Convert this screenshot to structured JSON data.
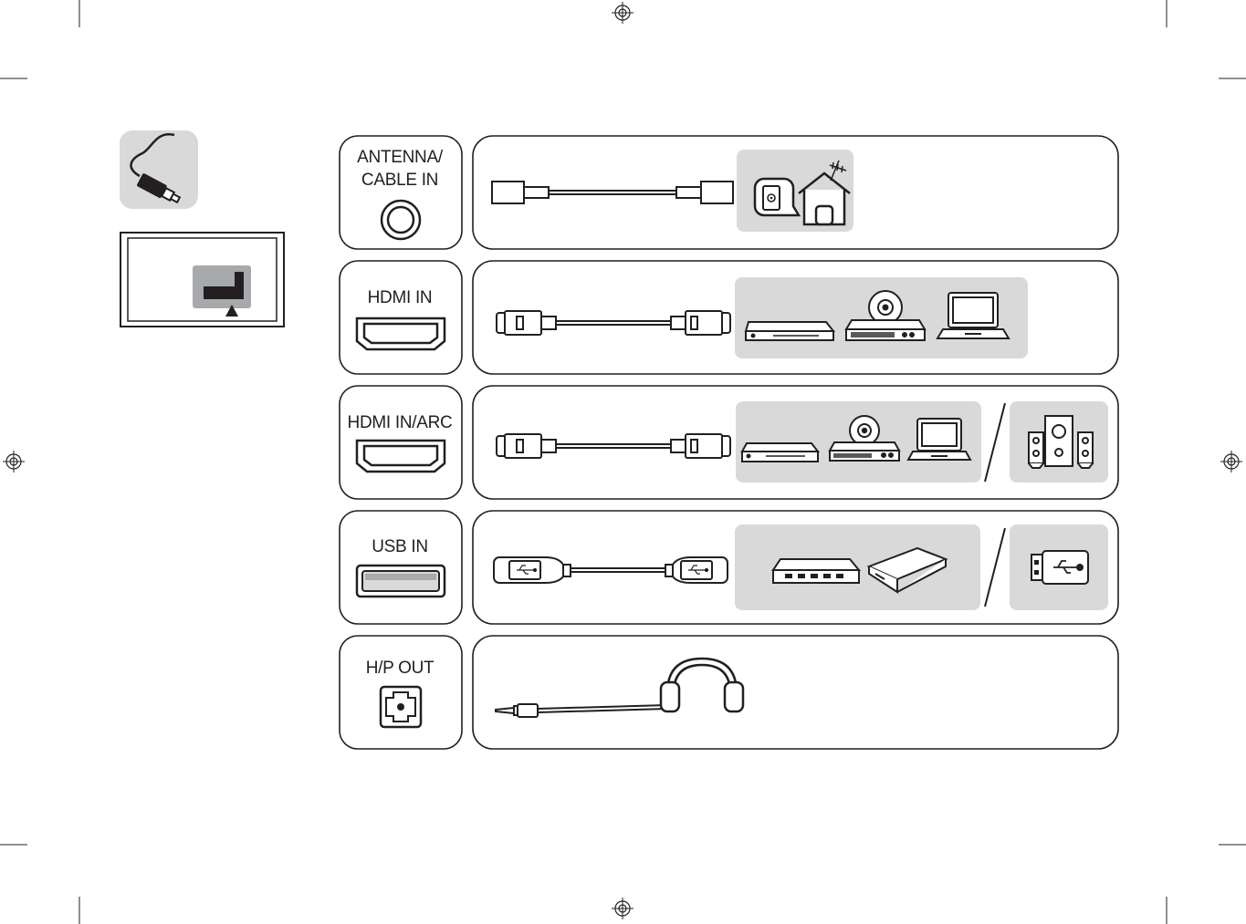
{
  "colors": {
    "line": "#231f20",
    "panel_gray": "#d9d9da",
    "dark_gray": "#58595b",
    "mid_gray": "#a7a9ac",
    "background": "#ffffff"
  },
  "sidebar": {
    "cable_icon": "cable-icon",
    "tv_back_icon": "tv-rear-panel-icon"
  },
  "rows": [
    {
      "label_line1": "ANTENNA/",
      "label_line2": "CABLE IN",
      "port_icon": "coaxial-port-icon",
      "cable": "coaxial-cable-icon",
      "devices": [
        "wall-outlet-icon",
        "house-antenna-icon"
      ]
    },
    {
      "label_line1": "HDMI IN",
      "label_line2": "",
      "port_icon": "hdmi-port-icon",
      "cable": "hdmi-cable-icon",
      "devices": [
        "set-top-box-icon",
        "dvd-player-icon",
        "laptop-icon"
      ]
    },
    {
      "label_line1": "HDMI IN/ARC",
      "label_line2": "",
      "port_icon": "hdmi-port-icon",
      "cable": "hdmi-cable-icon",
      "devices": [
        "set-top-box-icon",
        "dvd-player-icon",
        "laptop-icon",
        "speaker-system-icon"
      ]
    },
    {
      "label_line1": "USB IN",
      "label_line2": "",
      "port_icon": "usb-port-icon",
      "cable": "usb-cable-icon",
      "devices": [
        "usb-hub-icon",
        "external-hdd-icon",
        "usb-flash-drive-icon"
      ]
    },
    {
      "label_line1": "H/P OUT",
      "label_line2": "",
      "port_icon": "headphone-port-icon",
      "cable": "headphone-cable-icon",
      "devices": [
        "headphones-icon"
      ]
    }
  ]
}
